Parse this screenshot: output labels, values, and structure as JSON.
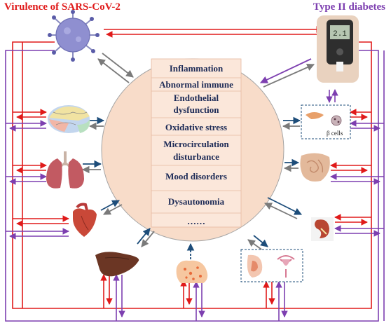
{
  "header": {
    "left_title": "Virulence of SARS-CoV-2",
    "right_title": "Type II diabetes"
  },
  "hub": {
    "items": [
      "Inflammation",
      "Abnormal immune",
      "Endothelial",
      "dysfunction",
      "Oxidative stress",
      "Microcirculation",
      "disturbance",
      "Mood disorders",
      "Dysautonomia",
      "……"
    ]
  },
  "organs": [
    {
      "name": "brain-icon"
    },
    {
      "name": "lungs-icon"
    },
    {
      "name": "heart-icon"
    },
    {
      "name": "liver-icon"
    },
    {
      "name": "skin-icon"
    },
    {
      "name": "reproductive-organs-icon"
    },
    {
      "name": "kidney-icon"
    },
    {
      "name": "intestine-icon"
    },
    {
      "name": "pancreas-icon"
    },
    {
      "name": "glucometer-icon"
    },
    {
      "name": "virus-icon"
    }
  ],
  "device": {
    "reading": "2.1"
  },
  "beta_cells_label": "β cells",
  "colors": {
    "sars_cov2": "#e01a1a",
    "diabetes": "#7d3fb0",
    "hub_fill": "#f8dcc9",
    "hub_text": "#1c2a56",
    "link_dark": "#1d4d7a",
    "link_gray": "#7a7a7a"
  }
}
